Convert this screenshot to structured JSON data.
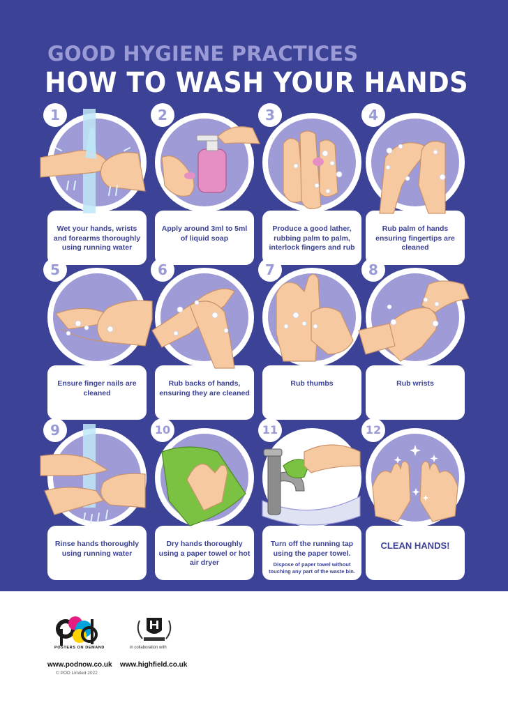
{
  "header": {
    "subtitle": "GOOD HYGIENE PRACTICES",
    "title": "HOW TO WASH YOUR HANDS"
  },
  "steps": [
    {
      "number": "1",
      "text": "Wet your hands, wrists and forearms thoroughly using running water"
    },
    {
      "number": "2",
      "text": "Apply around 3ml to 5ml of liquid soap"
    },
    {
      "number": "3",
      "text": "Produce a good lather, rubbing palm to palm, interlock fingers and rub"
    },
    {
      "number": "4",
      "text": "Rub palm of hands ensuring fingertips are cleaned"
    },
    {
      "number": "5",
      "text": "Ensure finger nails are cleaned"
    },
    {
      "number": "6",
      "text": "Rub backs of hands, ensuring they are cleaned"
    },
    {
      "number": "7",
      "text": "Rub thumbs"
    },
    {
      "number": "8",
      "text": "Rub wrists"
    },
    {
      "number": "9",
      "text": "Rinse hands thoroughly using running water"
    },
    {
      "number": "10",
      "text": "Dry hands thoroughly using a paper towel or hot air dryer"
    },
    {
      "number": "11",
      "text": "Turn off the running tap using the paper towel.",
      "note": "Dispose of paper towel without touching any part of the waste bin."
    },
    {
      "number": "12",
      "text": "CLEAN HANDS!"
    }
  ],
  "footer": {
    "pod_tagline": "POSTERS ON DEMAND",
    "collab": "in collaboration with",
    "url_pod": "www.podnow.co.uk",
    "url_highfield": "www.highfield.co.uk",
    "copyright": "© POD Limited 2022"
  },
  "colors": {
    "background": "#3c4295",
    "circle": "#9f9bd7",
    "accent_light": "#9a9ad6",
    "skin": "#f7c9a0",
    "towel": "#7cc242",
    "soap": "#e58fc4",
    "water": "#bfe6f7"
  }
}
